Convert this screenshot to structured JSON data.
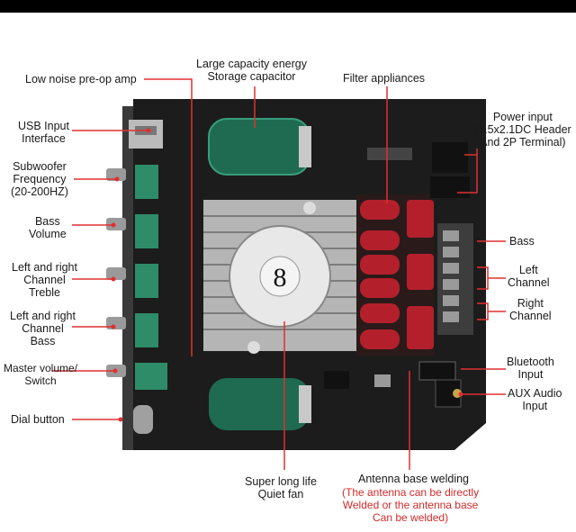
{
  "labels": {
    "low_noise": "Low noise pre-op amp",
    "large_cap": [
      "Large capacity energy",
      "Storage capacitor"
    ],
    "filter": "Filter appliances",
    "power": [
      "Power input",
      "(5.5x2.1DC Header",
      "And 2P Terminal)"
    ],
    "usb": [
      "USB Input",
      "Interface"
    ],
    "subwoofer": [
      "Subwoofer",
      "Frequency",
      "(20-200HZ)"
    ],
    "bass_volume": [
      "Bass",
      "Volume"
    ],
    "treble": [
      "Left and right",
      "Channel",
      "Treble"
    ],
    "lr_bass": [
      "Left and right",
      "Channel",
      "Bass"
    ],
    "master": [
      "Master volume/",
      "Switch"
    ],
    "dial": "Dial button",
    "bass_out": "Bass",
    "left_ch": [
      "Left",
      "Channel"
    ],
    "right_ch": [
      "Right",
      "Channel"
    ],
    "bluetooth": [
      "Bluetooth",
      "Input"
    ],
    "aux": [
      "AUX Audio",
      "Input"
    ],
    "fan": [
      "Super long life",
      "Quiet fan"
    ],
    "antenna": "Antenna base welding",
    "antenna_note": [
      "(The antenna can be directly",
      "Welded or the antenna base",
      "Can be welded)"
    ]
  },
  "colors": {
    "board": "#1c1c1c",
    "panel": "#2a2a2a",
    "capacitor": "#1f6b52",
    "coil": "#b3202c",
    "knob_housing": "#2e8c68",
    "line_color": "#e03030",
    "note": "#d42a2a"
  }
}
